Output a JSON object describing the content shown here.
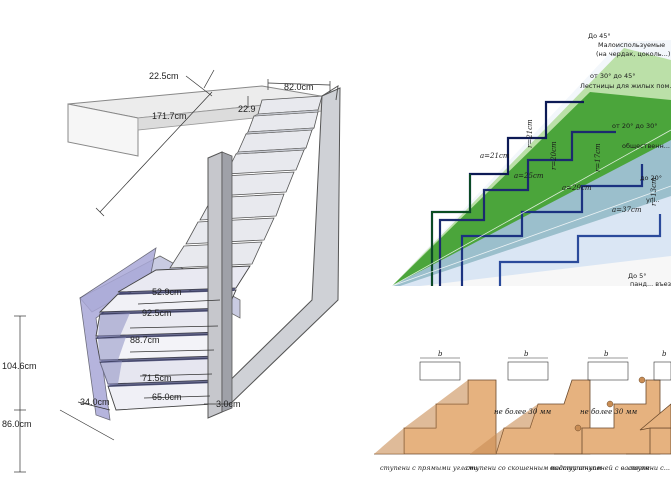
{
  "stair_dimensions": {
    "top_width": "82.0cm",
    "top_angle": "22.5cm",
    "top_depth": "22.9",
    "diagonal": "171.7cm",
    "landing_mark": "52.9cm",
    "step_1": "92.5cm",
    "step_2": "88.7cm",
    "step_3": "71.5cm",
    "step_4": "65.0cm",
    "height": "104.6cm",
    "bottom_width": "86.0cm",
    "bottom_offset": "34.0cm",
    "post_mark": "3.0cm"
  },
  "angle_chart": {
    "zones": [
      {
        "degree": "До 45°",
        "title": "Малоиспользуемые",
        "note": "(на чердак, цоколь...)"
      },
      {
        "degree": "от 30° до 45°",
        "title": "Лестницы для жилых пом..."
      },
      {
        "degree": "от 20° до 30°",
        "title": "общественн..."
      },
      {
        "degree": "до 20°",
        "title": "уг..."
      },
      {
        "degree": "До 5°",
        "title": "панд... въезд..."
      }
    ],
    "step_labels": [
      {
        "tread": "a=21cm",
        "riser": "r=21cm"
      },
      {
        "tread": "a=25cm",
        "riser": "r=20cm"
      },
      {
        "tread": "a=29cm",
        "riser": "r=17cm"
      },
      {
        "tread": "a=37cm",
        "riser": "r=13cm"
      }
    ],
    "colors": {
      "green": "#3f9e2f",
      "light_green": "#a8d88c",
      "blue": "#a9c3e6",
      "light_blue": "#dde8f6",
      "navy": "#0d1a55"
    }
  },
  "step_profiles": {
    "letter": "b",
    "max_note": "не более 30 мм",
    "captions": [
      "ступени с прямыми углами",
      "ступени со скошенным подступенком",
      "выступ ступеней с валиком",
      "ступени с..."
    ],
    "colors": {
      "wood": "#e6b27f",
      "wood_dark": "#c98d55",
      "line": "#6b4a2c"
    }
  }
}
